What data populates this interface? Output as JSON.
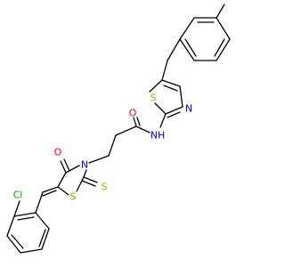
{
  "molecule": {
    "atom_labels": {
      "s_thiazole": "S",
      "n_thiazole": "N",
      "nh_amide": "NH",
      "h_amide": "H",
      "o_amide": "O",
      "n_ring": "N",
      "o_ring": "O",
      "s_ring": "S",
      "s_thione": "S",
      "cl": "Cl"
    },
    "colors": {
      "bond": "#000000",
      "sulfur": "#a8a800",
      "nitrogen": "#0000ff",
      "oxygen": "#ff0000",
      "chlorine": "#00a000",
      "background": "#ffffff"
    }
  }
}
